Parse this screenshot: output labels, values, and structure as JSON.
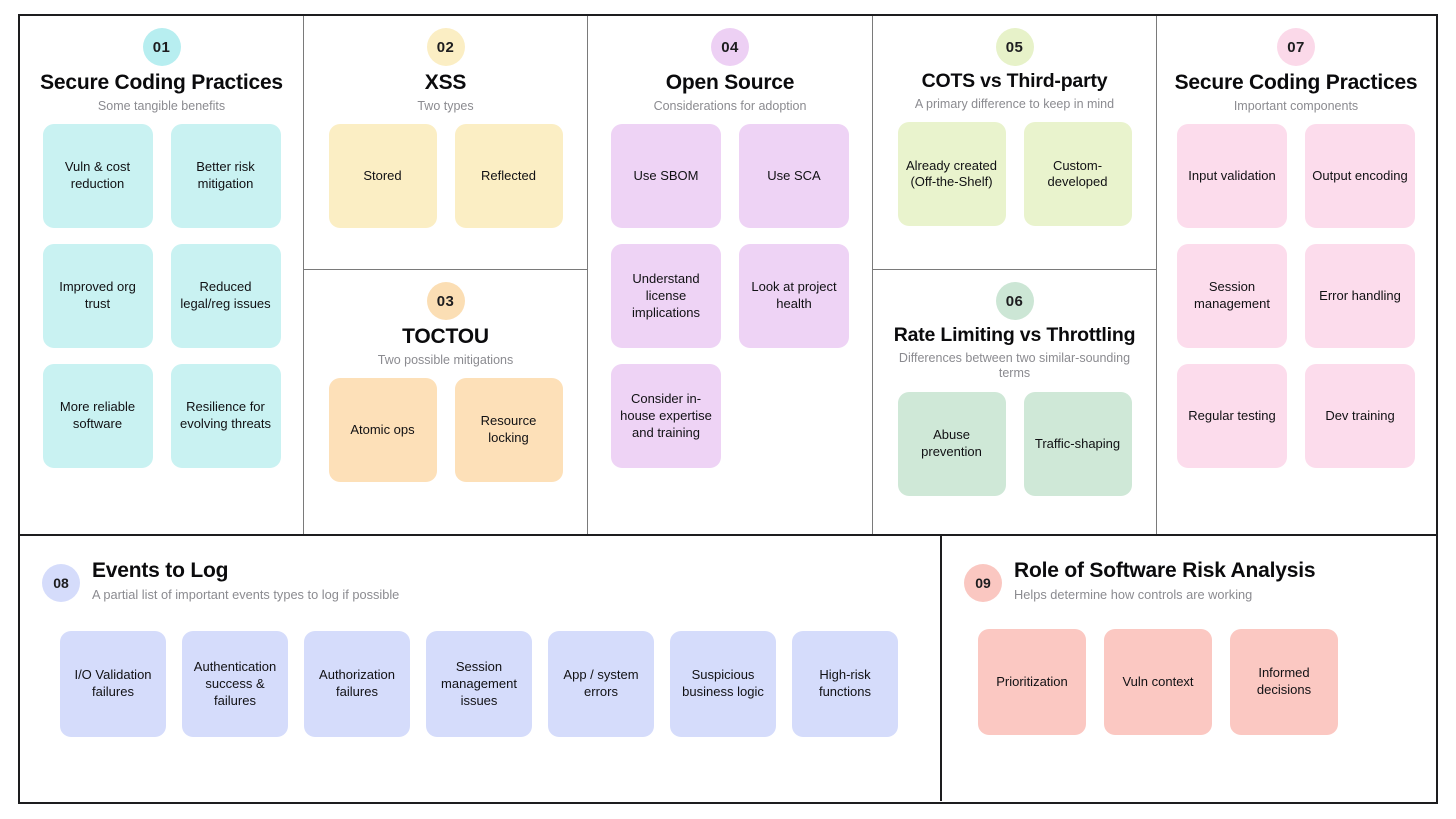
{
  "colors": {
    "border_outer": "#1d1d1f",
    "border_inner": "#7a7a7a",
    "cyan": "#c9f2f2",
    "cyan_badge": "#b7eef0",
    "yellow": "#fbeec4",
    "yellow_badge": "#fbeec4",
    "orange": "#fde0b8",
    "orange_badge": "#fbdeb4",
    "purple": "#eed3f5",
    "purple_badge": "#edd0f4",
    "lime": "#e9f3cd",
    "lime_badge": "#e7f2c9",
    "green": "#cfe8d7",
    "green_badge": "#cce6d5",
    "pink": "#fcdcec",
    "pink_badge": "#fbd9e9",
    "periwinkle": "#d5dcfb",
    "periwinkle_badge": "#d5dcfb",
    "salmon": "#fbc8c2",
    "salmon_badge": "#fac7c1",
    "title": "#0b0b0d",
    "subtitle": "#8b8b90"
  },
  "panels": [
    {
      "number": "01",
      "title": "Secure Coding Practices",
      "subtitle": "Some tangible benefits",
      "chips": [
        "Vuln & cost reduction",
        "Better risk mitigation",
        "Improved org trust",
        "Reduced legal/reg issues",
        "More reliable software",
        "Resilience for evolving threats"
      ]
    },
    {
      "number": "02",
      "title": "XSS",
      "subtitle": "Two types",
      "chips": [
        "Stored",
        "Reflected"
      ]
    },
    {
      "number": "03",
      "title": "TOCTOU",
      "subtitle": "Two possible mitigations",
      "chips": [
        "Atomic ops",
        "Resource locking"
      ]
    },
    {
      "number": "04",
      "title": "Open Source",
      "subtitle": "Considerations for adoption",
      "chips": [
        "Use SBOM",
        "Use SCA",
        "Understand license implications",
        "Look at project health",
        "Consider in-house expertise and training"
      ]
    },
    {
      "number": "05",
      "title": "COTS vs Third-party",
      "subtitle": "A primary difference to keep in mind",
      "chips": [
        "Already created (Off-the-Shelf)",
        "Custom-developed"
      ]
    },
    {
      "number": "06",
      "title": "Rate Limiting vs Throttling",
      "subtitle": "Differences between two similar-sounding terms",
      "chips": [
        "Abuse prevention",
        "Traffic-shaping"
      ]
    },
    {
      "number": "07",
      "title": "Secure Coding Practices",
      "subtitle": "Important components",
      "chips": [
        "Input validation",
        "Output encoding",
        "Session management",
        "Error handling",
        "Regular testing",
        "Dev training"
      ]
    },
    {
      "number": "08",
      "title": "Events to Log",
      "subtitle": "A partial list of important events types to log if possible",
      "chips": [
        "I/O Validation failures",
        "Authentication success & failures",
        "Authorization failures",
        "Session management issues",
        "App / system errors",
        "Suspicious business logic",
        "High-risk functions"
      ]
    },
    {
      "number": "09",
      "title": "Role of Software Risk Analysis",
      "subtitle": "Helps determine how controls are working",
      "chips": [
        "Prioritization",
        "Vuln context",
        "Informed decisions"
      ]
    }
  ]
}
